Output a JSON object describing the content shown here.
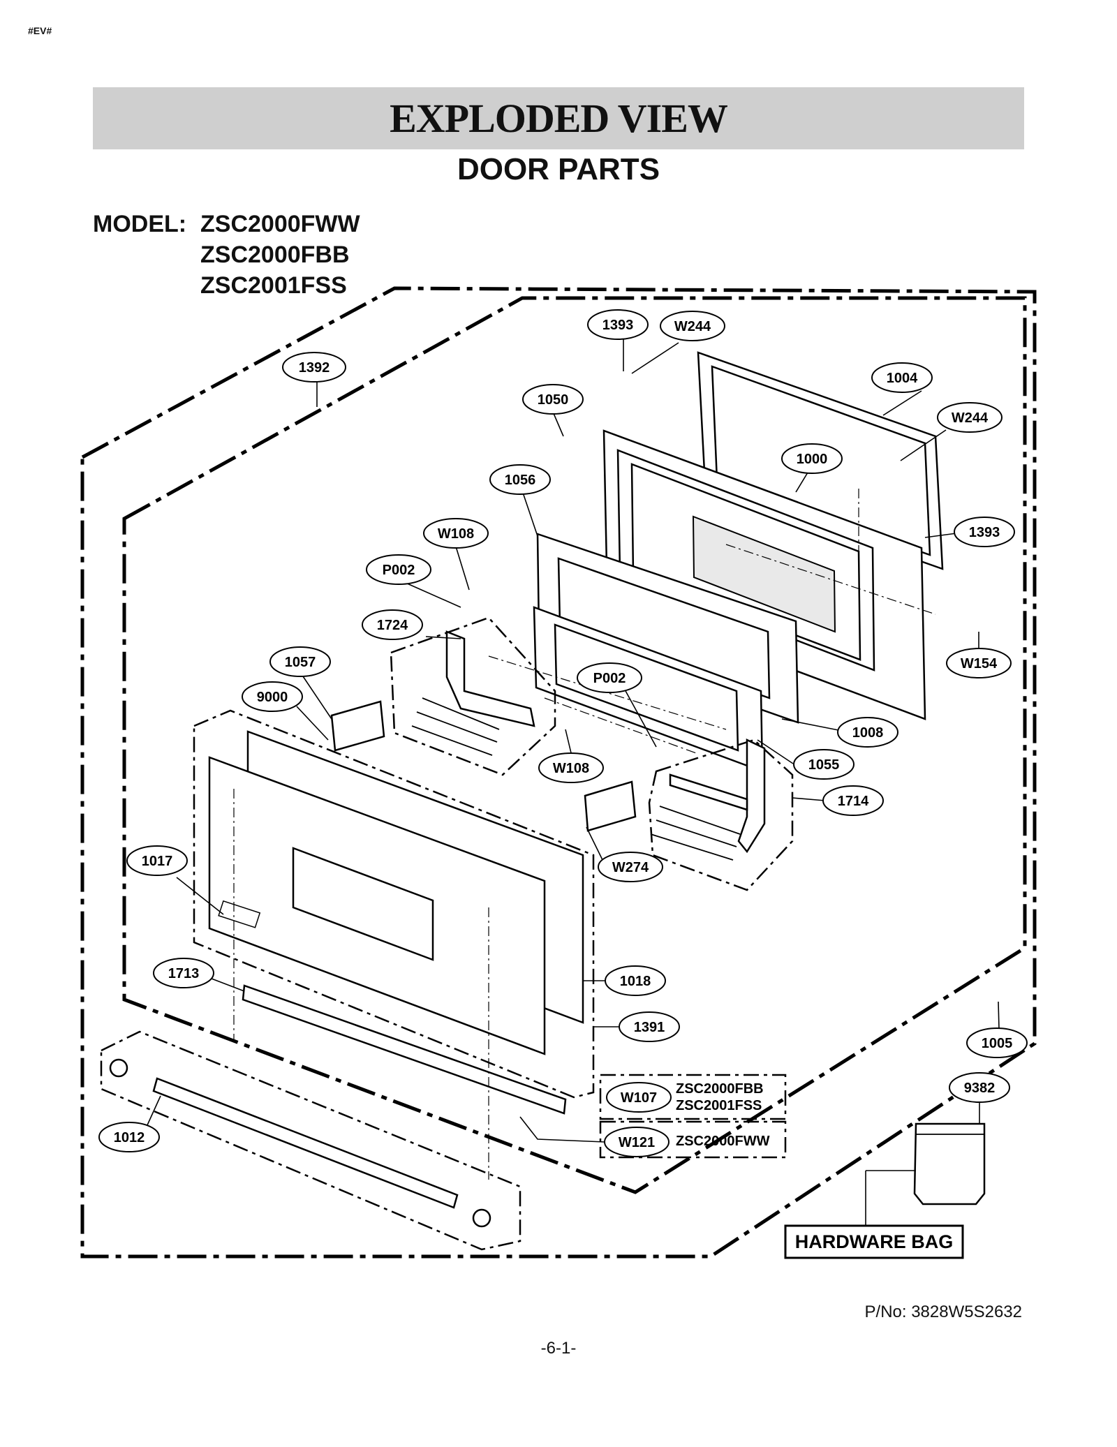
{
  "header": {
    "tag": "#EV#",
    "title": "EXPLODED VIEW",
    "subtitle": "DOOR PARTS"
  },
  "models": {
    "label": "MODEL:",
    "list": [
      "ZSC2000FWW",
      "ZSC2000FBB",
      "ZSC2001FSS"
    ]
  },
  "callouts": {
    "c1393a": "1393",
    "w244a": "W244",
    "c1392": "1392",
    "c1004": "1004",
    "c1050": "1050",
    "w244b": "W244",
    "c1000": "1000",
    "c1056": "1056",
    "c1393b": "1393",
    "w108a": "W108",
    "p002a": "P002",
    "c1724": "1724",
    "w154": "W154",
    "c1057": "1057",
    "p002b": "P002",
    "c9000": "9000",
    "c1008": "1008",
    "w108b": "W108",
    "c1055": "1055",
    "c1714": "1714",
    "c1017": "1017",
    "w274": "W274",
    "c1713": "1713",
    "c1018": "1018",
    "c1391": "1391",
    "c1005": "1005",
    "c9382": "9382",
    "w107": "W107",
    "c1012": "1012",
    "w121": "W121"
  },
  "notes": {
    "w107_models": [
      "ZSC2000FBB",
      "ZSC2001FSS"
    ],
    "w121_models": [
      "ZSC2000FWW"
    ]
  },
  "hardware_bag": "HARDWARE BAG",
  "footer": {
    "part_number": "P/No: 3828W5S2632",
    "page": "-6-1-"
  }
}
